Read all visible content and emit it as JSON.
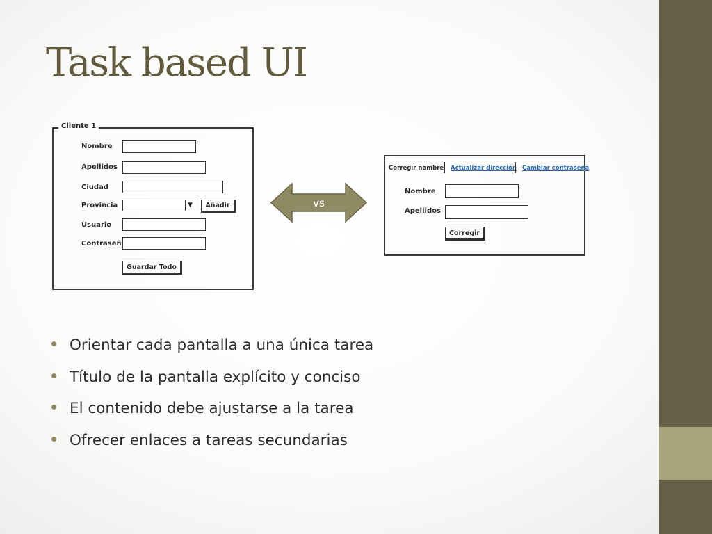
{
  "slide": {
    "title": "Task based UI",
    "vs_label": "vs",
    "bullets": [
      "Orientar cada pantalla a una única tarea",
      "Título de la pantalla explícito y conciso",
      "El contenido debe ajustarse a la tarea",
      "Ofrecer enlaces a tareas secundarias"
    ]
  },
  "mockup_left": {
    "legend": "Cliente 1",
    "fields": [
      {
        "label": "Nombre"
      },
      {
        "label": "Apellidos"
      },
      {
        "label": "Ciudad"
      },
      {
        "label": "Provincia"
      },
      {
        "label": "Usuario"
      },
      {
        "label": "Contraseña"
      }
    ],
    "add_button": "Añadir",
    "save_button": "Guardar Todo"
  },
  "mockup_right": {
    "tabs": [
      "Corregir nombre",
      "Actualizar dirección",
      "Cambiar contraseña"
    ],
    "fields": [
      {
        "label": "Nombre"
      },
      {
        "label": "Apellidos"
      }
    ],
    "submit_button": "Corregir"
  },
  "colors": {
    "title": "#625a3e",
    "side_bar": "#665f48",
    "side_accent": "#a8a37c",
    "arrow_fill": "#8f8a63",
    "bullet_dot": "#8e8964"
  }
}
